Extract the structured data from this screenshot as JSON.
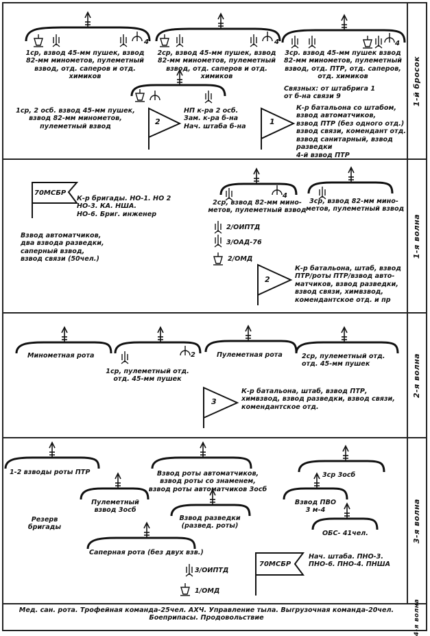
{
  "waves": [
    {
      "label": "1-й бросок"
    },
    {
      "label": "1-я волна"
    },
    {
      "label": "2-я волна"
    },
    {
      "label": "3-я волна"
    },
    {
      "label": "4-я волна"
    }
  ],
  "wave0": {
    "group1": "1ср, взвод 45-мм пушек, взвод\n82-мм минометов, пулеметный\nвзвод, отд. саперов и отд.\nхимиков",
    "group2": "2ср, взвод 45-мм пушек, взвод\n82-мм минометов, пулеметный\nвзвод, отд. саперов и отд.\nхимиков",
    "group3": "3ср. взвод 45-мм пушек взвод\n82-мм минометов, пулеметный\nвзвод, отд. ПТР, отд. саперов,\nотд. химиков",
    "liaison": "Связных: от штабрига 1\nот б-на связи 9",
    "group4": "1ср, 2 осб. взвод 45-мм пушек,\nвзвод 82-мм минометов,\nпулеметный взвод",
    "flag2": "2",
    "np": "НП к-ра 2 осб.\nЗам. к-ра б-на\nНач. штаба б-на",
    "flag1": "1",
    "bn1": "К-р батальона со штабом,\nвзвод автоматчиков,\nвзвод ПТР (без одного отд.)\nвзвод связи, комендант отд.\nвзвод санитарный, взвод\nразведки",
    "bn1_tail": "4-й взвод ПТР",
    "num4a": "4",
    "num4b": "4",
    "num4c": "4"
  },
  "wave1": {
    "brigade_flag": "70МСБР",
    "brigade_hq": "К-р бригады. НО-1. НО 2\nНО-3. КА. НША.\nНО-6. Бриг. инженер",
    "attached": "Взвод автоматчиков,\nдва взвода разведки,\nсаперный взвод,\nвзвод связи (50чел.)",
    "group2": "2ср, взвод 82-мм мино-\nметов, пулеметный взвод",
    "group3": "3ср, взвод 82-мм мино-\nметов, пулеметный взвод",
    "num4": "4",
    "optd": "2/ОИПТД",
    "oad": "3/ОАД-76",
    "omd": "2/ОМД",
    "flag2": "2",
    "bn2": "К-р батальона, штаб, взвод\nПТР/роты ПТР/взвод авто-\nматчиков, взвод разведки,\nвзвод связи, химвзвод,\nкомендантское отд. и пр"
  },
  "wave2": {
    "mortar": "Минометная рота",
    "mg": "Пулеметная рота",
    "group1": "1ср, пулеметный отд.\nотд. 45-мм пушек",
    "num2": "2",
    "group2": "2ср, пулеметный отд.\nотд. 45-мм пушек",
    "flag3": "3",
    "bn3": "К-р батальона, штаб, взвод ПТР,\nхимвзвод, взвод разведки, взвод связи,\nкомендантское отд."
  },
  "wave3": {
    "ptr": "1-2 взводы роты ПТР",
    "auto": "Взвод роты автоматчиков,\nвзвод роты со знаменем,\nвзвод роты автоматчиков 3осб",
    "sr3": "3ср 3осб",
    "mgp": "Пулеметный\nвзвод 3осб",
    "recon": "Взвод разведки\n(развед. роты)",
    "pvo": "Взвод ПВО\n3 м-4",
    "reserve": "Резерв\nбригады",
    "obs": "ОБС- 41чел.",
    "sapper": "Саперная рота (без двух взв.)",
    "optd": "3/ОИПТД",
    "omd": "1/ОМД",
    "brigade_flag": "70МСБР",
    "hq": "Нач. штаба. ПНО-3.\nПНО-6. ПНО-4. ПНША"
  },
  "wave4": {
    "line": "Мед. сан. рота. Трофейная команда-25чел. АХЧ. Управление тыла. Выгрузочная команда-20чел.\nБоеприпасы. Продовольствие"
  }
}
